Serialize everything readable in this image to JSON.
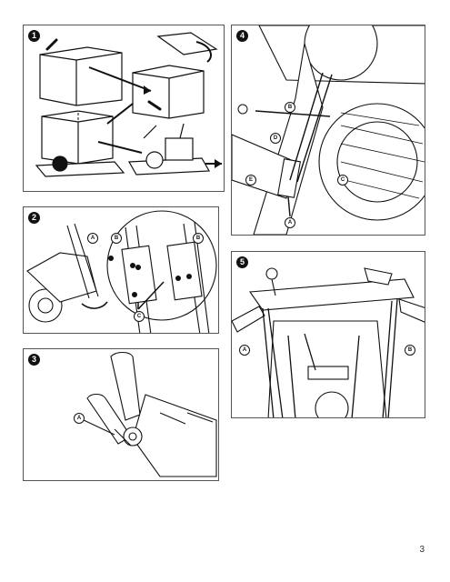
{
  "page": {
    "page_number": "3"
  },
  "steps": [
    {
      "number": "1",
      "callouts": []
    },
    {
      "number": "2",
      "callouts": [
        "A",
        "B",
        "B",
        "C"
      ]
    },
    {
      "number": "3",
      "callouts": [
        "A"
      ]
    },
    {
      "number": "4",
      "callouts": [
        "B",
        "D",
        "C",
        "E",
        "A"
      ]
    },
    {
      "number": "5",
      "callouts": [
        "A",
        "B"
      ]
    }
  ],
  "colors": {
    "line": "#111111",
    "panel_border": "#555555",
    "badge": "#111111"
  }
}
